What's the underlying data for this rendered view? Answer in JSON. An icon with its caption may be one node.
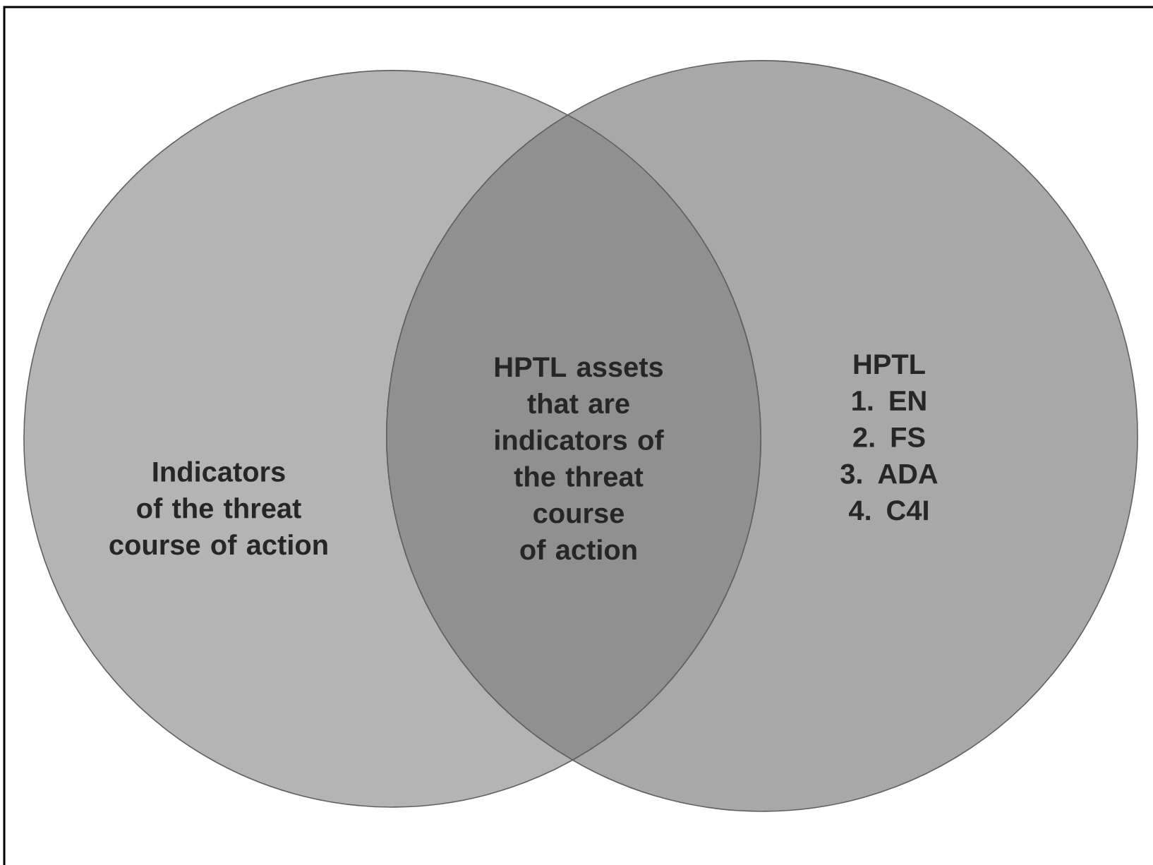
{
  "diagram": {
    "nodes": [
      {
        "text": [
          "Indicators of the threat course of action"
        ]
      },
      {
        "text": [
          "HPTL",
          "1. EN",
          "2. FS",
          "3. ADA",
          "4. C4I"
        ]
      },
      {
        "text": [
          "HPTL assets that are indicators of the threat course of action"
        ]
      }
    ]
  }
}
